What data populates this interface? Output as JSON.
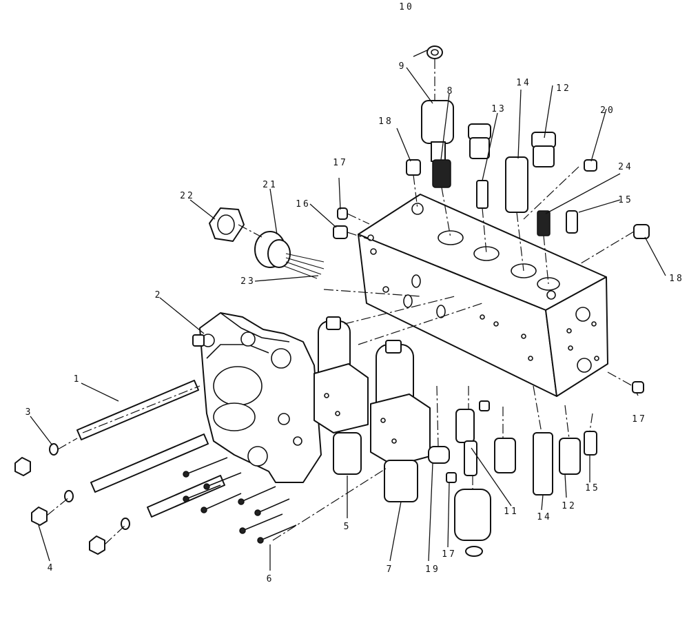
{
  "callouts": [
    "1",
    "2",
    "3",
    "4",
    "5",
    "6",
    "7",
    "8",
    "9",
    "10",
    "11",
    "12",
    "12",
    "13",
    "14",
    "14",
    "15",
    "15",
    "16",
    "17",
    "17",
    "17",
    "18",
    "18",
    "19",
    "20",
    "21",
    "22",
    "23",
    "24"
  ],
  "colors": {
    "line": "#111111",
    "background": "#ffffff"
  }
}
